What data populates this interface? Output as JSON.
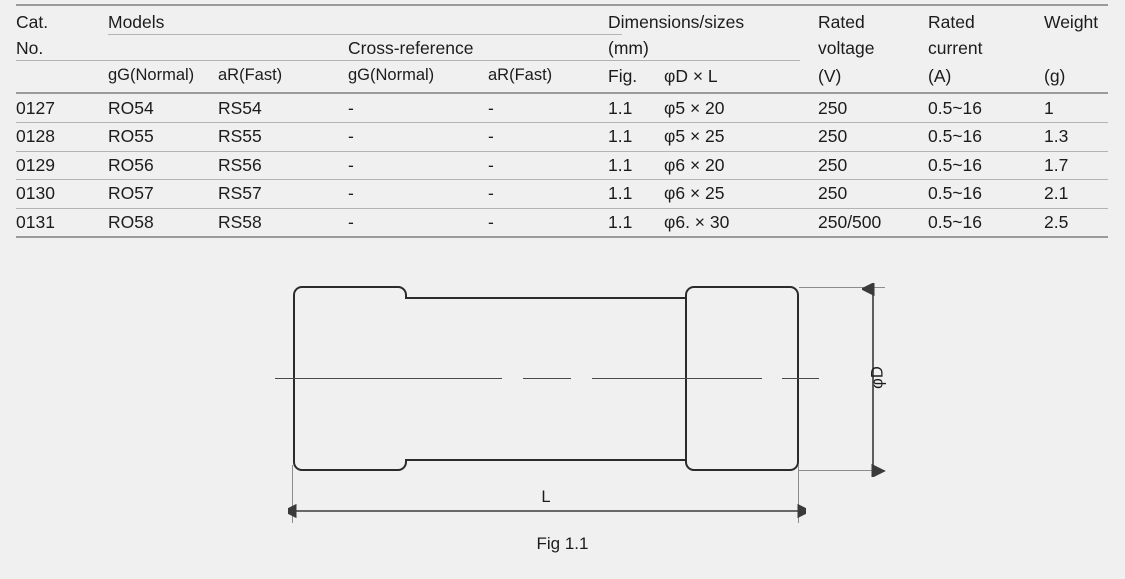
{
  "table": {
    "headers": {
      "cat_no_line1": "Cat.",
      "cat_no_line2": "No.",
      "models": "Models",
      "cross_reference": "Cross-reference",
      "models_gg": "gG(Normal)",
      "models_ar": "aR(Fast)",
      "xref_gg": "gG(Normal)",
      "xref_ar": "aR(Fast)",
      "dimensions_line1": "Dimensions/sizes",
      "dimensions_line2": "(mm)",
      "fig": "Fig.",
      "phi_d_l": "φD × L",
      "rated_voltage_line1": "Rated",
      "rated_voltage_line2": "voltage",
      "rated_voltage_unit": "(V)",
      "rated_current_line1": "Rated",
      "rated_current_line2": "current",
      "rated_current_unit": "(A)",
      "weight": "Weight",
      "weight_unit": "(g)"
    },
    "rows": [
      {
        "cat_no": "0127",
        "models_gg": "RO54",
        "models_ar": "RS54",
        "xref_gg": "-",
        "xref_ar": "-",
        "fig": "1.1",
        "size": "φ5 × 20",
        "rated_voltage": "250",
        "rated_current": "0.5~16",
        "weight": "1"
      },
      {
        "cat_no": "0128",
        "models_gg": "RO55",
        "models_ar": "RS55",
        "xref_gg": "-",
        "xref_ar": "-",
        "fig": "1.1",
        "size": "φ5 × 25",
        "rated_voltage": "250",
        "rated_current": "0.5~16",
        "weight": "1.3"
      },
      {
        "cat_no": "0129",
        "models_gg": "RO56",
        "models_ar": "RS56",
        "xref_gg": "-",
        "xref_ar": "-",
        "fig": "1.1",
        "size": "φ6 × 20",
        "rated_voltage": "250",
        "rated_current": "0.5~16",
        "weight": "1.7"
      },
      {
        "cat_no": "0130",
        "models_gg": "RO57",
        "models_ar": "RS57",
        "xref_gg": "-",
        "xref_ar": "-",
        "fig": "1.1",
        "size": "φ6 × 25",
        "rated_voltage": "250",
        "rated_current": "0.5~16",
        "weight": "2.1"
      },
      {
        "cat_no": "0131",
        "models_gg": "RO58",
        "models_ar": "RS58",
        "xref_gg": "-",
        "xref_ar": "-",
        "fig": "1.1",
        "size": "φ6. × 30",
        "rated_voltage": "250/500",
        "rated_current": "0.5~16",
        "weight": "2.5"
      }
    ]
  },
  "figure": {
    "caption": "Fig 1.1",
    "length_label": "L",
    "diameter_label": "φD"
  },
  "colors": {
    "background": "#f0f0f0",
    "text": "#1c1c1c",
    "rule_major": "#9a9a9a",
    "rule_minor": "#b4b4b4",
    "drawing_stroke": "#2b2b2b",
    "dimension_line": "#3a3a3a"
  }
}
